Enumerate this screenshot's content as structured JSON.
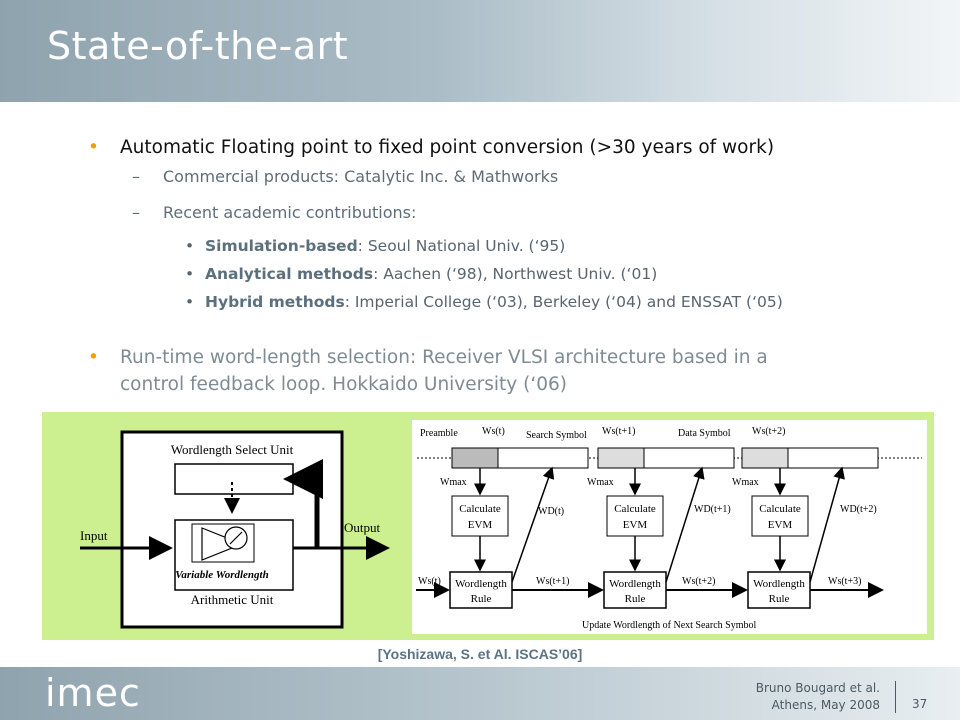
{
  "slide": {
    "title": "State-of-the-art",
    "bullets": [
      {
        "text": "Automatic Floating point to fixed point conversion (>30 years of work)",
        "sub": [
          {
            "text": "Commercial products: Catalytic Inc. & Mathworks"
          },
          {
            "text": "Recent academic contributions:",
            "items": [
              {
                "bold": "Simulation-based",
                "rest": ": Seoul National Univ. (‘95)"
              },
              {
                "bold": "Analytical methods",
                "rest": ": Aachen (‘98), Northwest Univ. (‘01)"
              },
              {
                "bold": "Hybrid methods",
                "rest": ": Imperial College (‘03), Berkeley (‘04) and ENSSAT (‘05)"
              }
            ]
          }
        ]
      },
      {
        "text_line1": "Run-time word-length selection: Receiver VLSI architecture based in a",
        "text_line2": "control feedback loop. Hokkaido University (‘06)"
      }
    ],
    "bullet_symbol": "•",
    "dash_symbol": "–",
    "accent_color": "#f0a000",
    "figure_bg": "#ccf08f"
  },
  "figure": {
    "left": {
      "wordlength_select_unit": "Wordlength Select Unit",
      "input": "Input",
      "output": "Output",
      "variable_wordlength": "Variable Wordlength",
      "arithmetic_unit": "Arithmetic Unit"
    },
    "right": {
      "preamble": "Preamble",
      "search_symbol": "Search Symbol",
      "data_symbol": "Data Symbol",
      "ws_t": "Ws(t)",
      "ws_t1": "Ws(t+1)",
      "ws_t2": "Ws(t+2)",
      "ws_t3": "Ws(t+3)",
      "wd_t": "WD(t)",
      "wd_t1": "WD(t+1)",
      "wd_t2": "WD(t+2)",
      "wmax": "Wmax",
      "calculate": "Calculate",
      "evm": "EVM",
      "wordlength": "Wordlength",
      "rule": "Rule",
      "update": "Update Wordlength of Next Search Symbol"
    }
  },
  "citation": "[Yoshizawa, S. et Al. ISCAS’06]",
  "footer": {
    "logo": "imec",
    "author": "Bruno Bougard et al.",
    "venue": "Athens, May 2008",
    "page": "37"
  }
}
